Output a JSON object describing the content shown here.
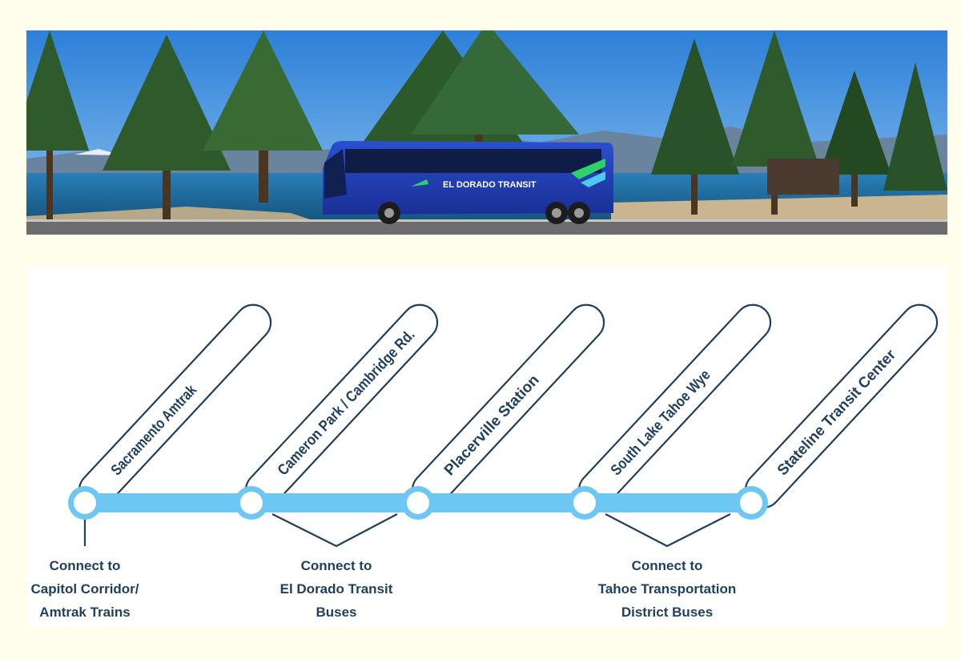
{
  "photo": {
    "bus_brand_text": "EL DORADO TRANSIT",
    "bus_color": "#1f3fb8",
    "sky_color": "#3f8ee0",
    "lake_color": "#1f6fa8"
  },
  "route": {
    "line_color": "#6cc7f2",
    "outline_color": "#1f3f5f",
    "stops": [
      {
        "name": "Sacramento Amtrak"
      },
      {
        "name": "Cameron Park / Cambridge Rd."
      },
      {
        "name": "Placerville Station"
      },
      {
        "name": "South Lake Tahoe Wye"
      },
      {
        "name": "Stateline Transit Center"
      }
    ],
    "connections": [
      {
        "lines": [
          "Connect to",
          "Capitol Corridor/",
          "Amtrak Trains"
        ]
      },
      {
        "lines": [
          "Connect to",
          "El Dorado Transit",
          "Buses"
        ]
      },
      {
        "lines": [
          "Connect to",
          "Tahoe Transportation",
          "District Buses"
        ]
      }
    ]
  }
}
